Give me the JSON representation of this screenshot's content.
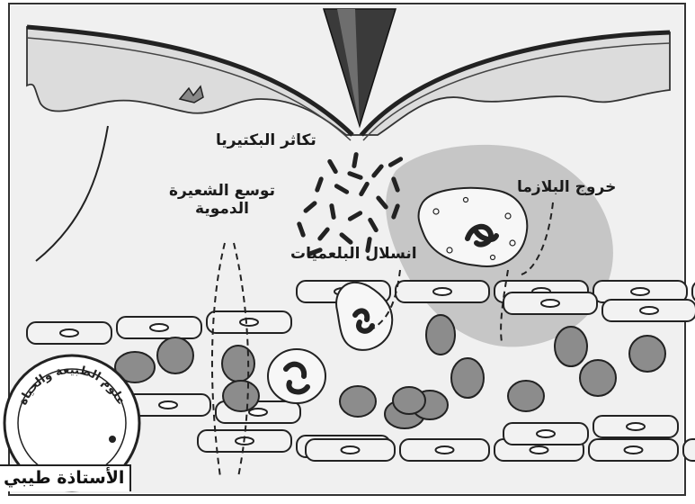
{
  "labels": {
    "bacteria_multiplication": "تكاثر البكتيريا",
    "capillary_dilation": "توسع الشعيرة\nالدموية",
    "plasma_exit": "خروج البلازما",
    "phagocyte_infiltration": "انسلال البلعميات"
  },
  "stamp": {
    "text": "علوم الطبيعة والحياة"
  },
  "signature": {
    "text": "الأستاذة طيبي"
  },
  "colors": {
    "epidermis": "#d9d9d9",
    "tissue": "#f0f0f0",
    "red_blood_cell": "#8c8c8c",
    "endothelial_cell": "#f2f2f2",
    "outline": "#222222",
    "edema_zone": "#b3b3b3"
  }
}
